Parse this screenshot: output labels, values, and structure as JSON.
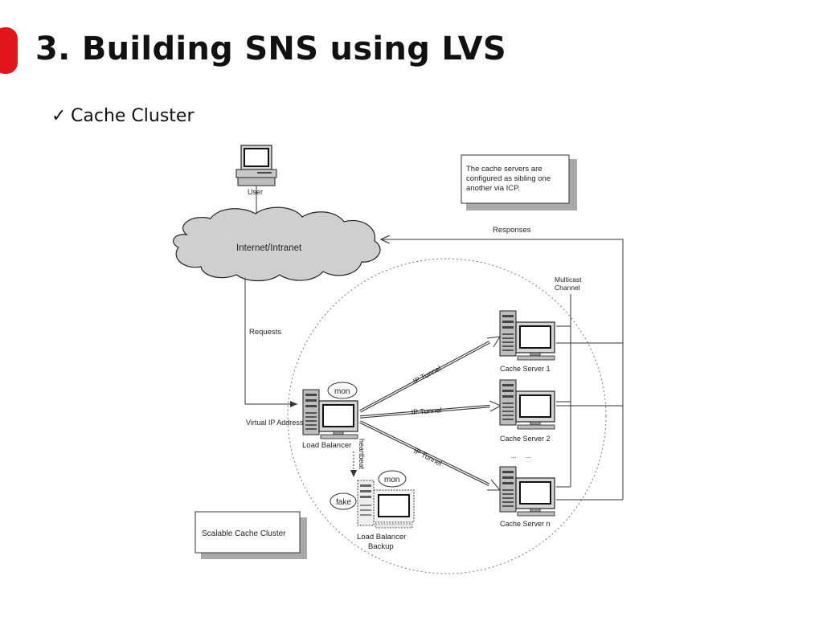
{
  "slide": {
    "title": "3. Building SNS using LVS",
    "bullet_mark": "✓",
    "bullet_text": "Cache Cluster",
    "accent_color": "#e0161b"
  },
  "diagram": {
    "user_label": "User",
    "cloud_label": "Internet/Intranet",
    "note_text_lines": [
      "The cache servers are",
      "configured as sibling one",
      "another via ICP."
    ],
    "responses_label": "Responses",
    "requests_label": "Requests",
    "multicast_label_lines": [
      "Multicast",
      "Channel"
    ],
    "virtual_ip_label": "Virtual IP Address",
    "load_balancer_label": "Load Balancer",
    "mon_label": "mon",
    "backup_mon_label": "mon",
    "fake_label": "fake",
    "heartbeat_label": "heartbeat",
    "backup_label_lines": [
      "Load Balancer",
      "Backup"
    ],
    "tunnel_labels": [
      "IP Tunnel",
      "IP Tunnel",
      "IP Tunnel"
    ],
    "cache_servers": [
      "Cache Server 1",
      "Cache Server 2",
      "Cache Server n"
    ],
    "ellipsis_text": "...     ...",
    "cluster_label": "Scalable Cache Cluster",
    "colors": {
      "cloud_fill": "#cfcfcf",
      "shadow": "#a9a9a9",
      "line": "#333333",
      "dashed": "#777777"
    }
  }
}
